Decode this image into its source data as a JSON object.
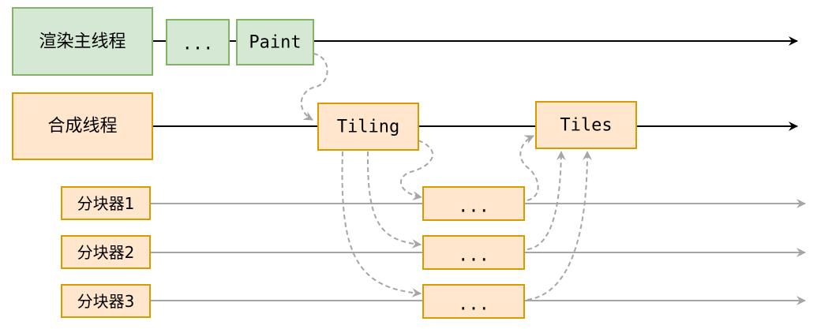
{
  "colors": {
    "green_fill": "#d5e8d4",
    "green_stroke": "#82b366",
    "orange_fill": "#ffe6cc",
    "orange_stroke": "#d79b00",
    "main_line": "#000000",
    "worker_line": "#a6a6a6",
    "dashed": "#a6a6a6"
  },
  "threads": {
    "main": "渲染主线程",
    "compositor": "合成线程",
    "raster1": "分块器1",
    "raster2": "分块器2",
    "raster3": "分块器3"
  },
  "tasks": {
    "main_ellipsis": "...",
    "paint": "Paint",
    "tiling": "Tiling",
    "tiles": "Tiles",
    "r1_task": "...",
    "r2_task": "...",
    "r3_task": "..."
  }
}
